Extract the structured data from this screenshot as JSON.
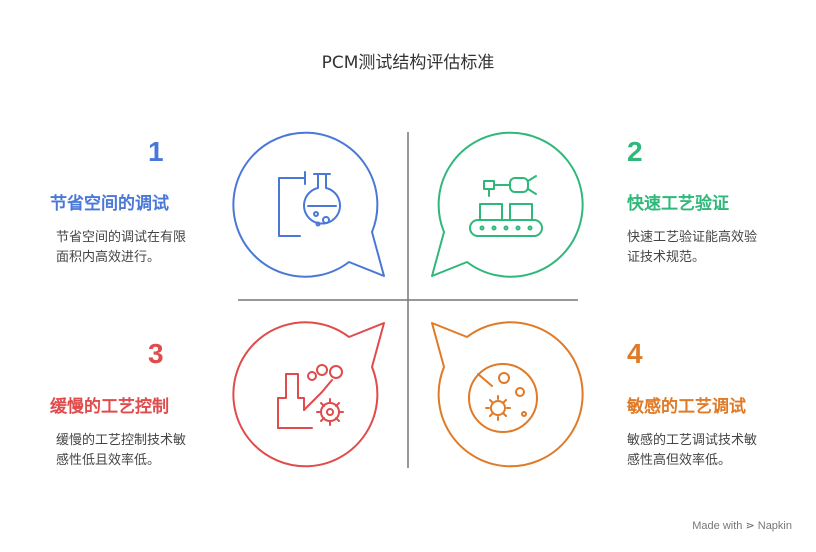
{
  "title": "PCM测试结构评估标准",
  "colors": {
    "blue": "#4a78d8",
    "green": "#2fb87a",
    "red": "#e04b4b",
    "orange": "#e07a26",
    "divider": "#777777"
  },
  "quadrants": [
    {
      "number": "1",
      "heading": "节省空间的调试",
      "desc": "节省空间的调试在有限面积内高效进行。",
      "icon": "flask-icon"
    },
    {
      "number": "2",
      "heading": "快速工艺验证",
      "desc": "快速工艺验证能高效验证技术规范。",
      "icon": "conveyor-robot-icon"
    },
    {
      "number": "3",
      "heading": "缓慢的工艺控制",
      "desc": "缓慢的工艺控制技术敏感性低且效率低。",
      "icon": "factory-gear-icon"
    },
    {
      "number": "4",
      "heading": "敏感的工艺调试",
      "desc": "敏感的工艺调试技术敏感性高但效率低。",
      "icon": "virus-cell-icon"
    }
  ],
  "credit": {
    "made_with": "Made with",
    "brand": "Napkin"
  }
}
